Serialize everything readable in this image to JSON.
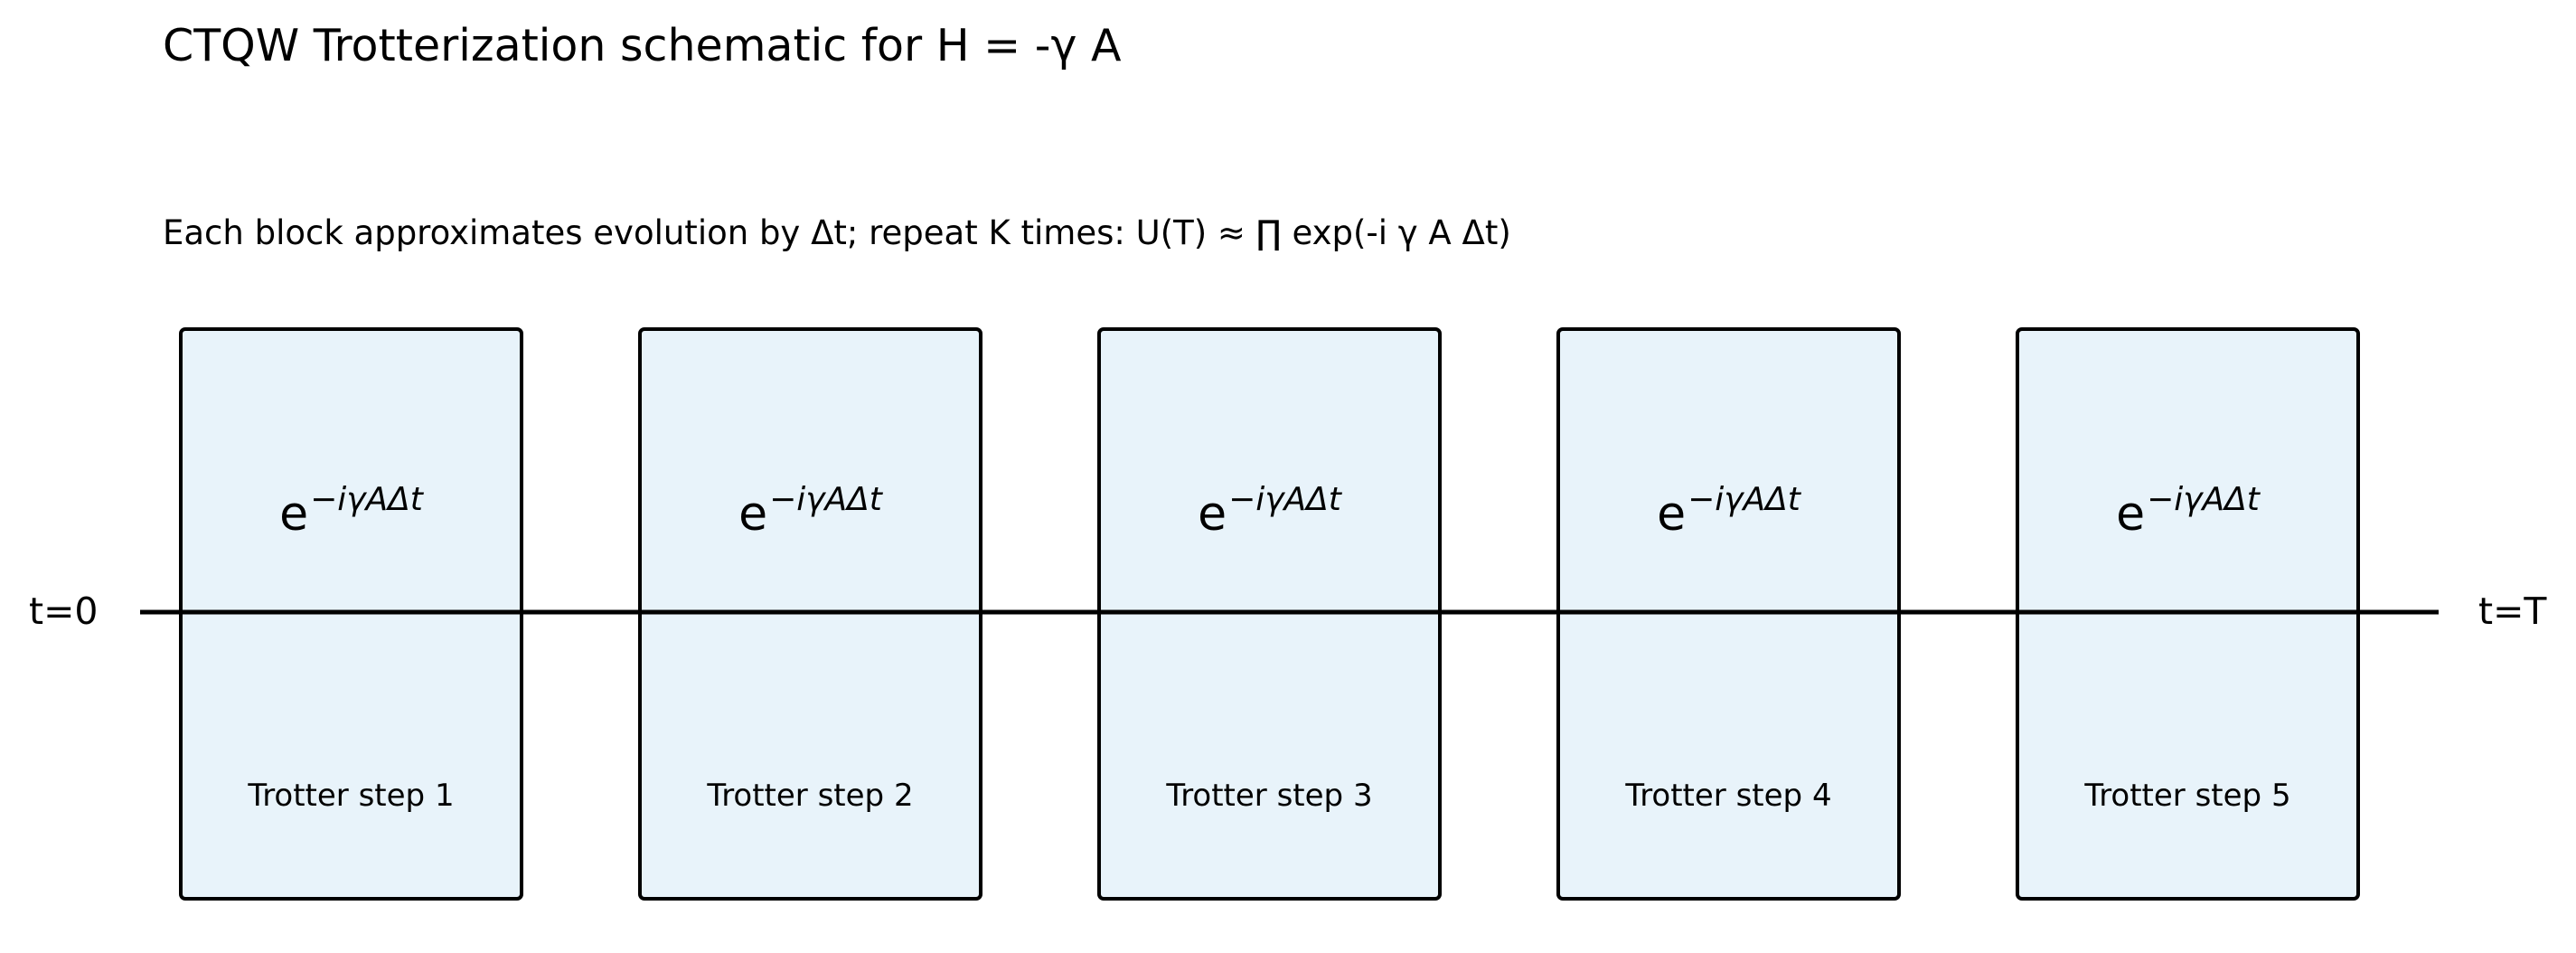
{
  "title": "CTQW Trotterization schematic for H = -γ A",
  "subtitle": "Each block approximates evolution by Δt; repeat K times: U(T) ≈ ∏ exp(-i γ A Δt)",
  "timeline": {
    "start_label": "t=0",
    "end_label": "t=T"
  },
  "blocks": [
    {
      "operator_base": "e",
      "operator_exponent": "−iγAΔt",
      "label": "Trotter step 1"
    },
    {
      "operator_base": "e",
      "operator_exponent": "−iγAΔt",
      "label": "Trotter step 2"
    },
    {
      "operator_base": "e",
      "operator_exponent": "−iγAΔt",
      "label": "Trotter step 3"
    },
    {
      "operator_base": "e",
      "operator_exponent": "−iγAΔt",
      "label": "Trotter step 4"
    },
    {
      "operator_base": "e",
      "operator_exponent": "−iγAΔt",
      "label": "Trotter step 5"
    }
  ],
  "colors": {
    "block_fill": "#e8f3fa",
    "block_stroke": "#000000",
    "axis": "#000000"
  }
}
